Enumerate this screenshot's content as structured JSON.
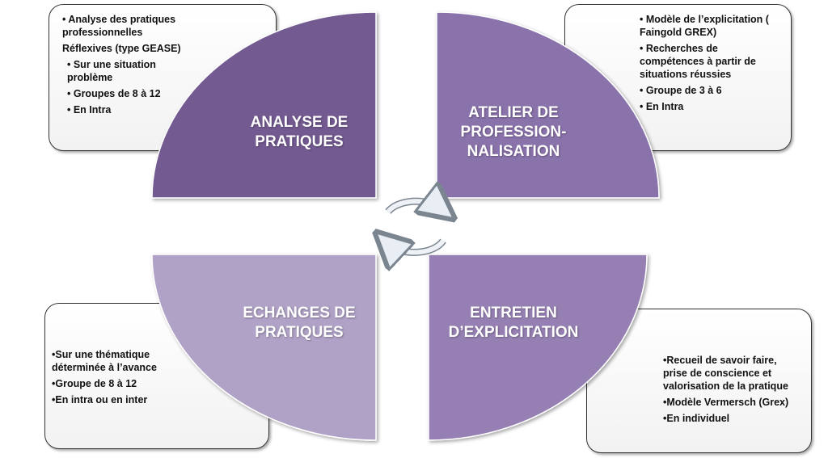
{
  "quadrants": [
    {
      "title_lines": [
        "ANALYSE DE",
        "PRATIQUES"
      ],
      "color": "#735a91",
      "items": [
        "• Analyse des pratiques professionnelles",
        "Réflexives  (type GEASE)",
        "• Sur une situation problème",
        "• Groupes de 8 à 12",
        "• En Intra"
      ]
    },
    {
      "title_lines": [
        "ATELIER  DE",
        "PROFESSION-",
        "NALISATION"
      ],
      "color": "#8a72ab",
      "items": [
        "• Modèle de l’explicitation ( Faingold GREX)",
        "• Recherches  de compétences à  partir de situations   réussies",
        "• Groupe de 3 à 6",
        "• En Intra"
      ]
    },
    {
      "title_lines": [
        "ECHANGES DE",
        "PRATIQUES"
      ],
      "color": "#b0a2c6",
      "items": [
        "•Sur une thématique déterminée à l’avance",
        "•Groupe de 8 à 12",
        "•En intra ou en inter"
      ]
    },
    {
      "title_lines": [
        "ENTRETIEN",
        "D’EXPLICITATION"
      ],
      "color": "#9680b3",
      "items": [
        "•Recueil de savoir faire, prise de conscience et valorisation  de la pratique",
        "•Modèle Vermersch (Grex)",
        "•En individuel"
      ]
    }
  ]
}
